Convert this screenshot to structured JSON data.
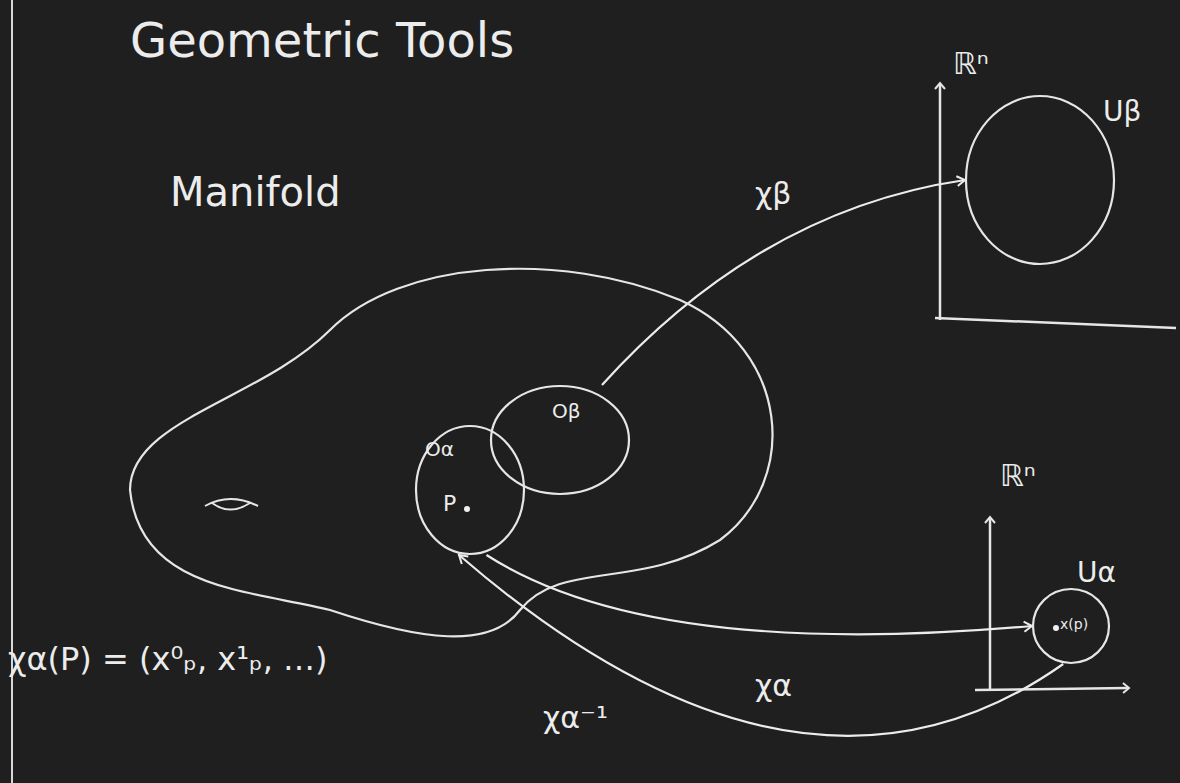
{
  "diagram": {
    "title": "Geometric Tools",
    "nodes": [
      {
        "text": [
          "Manifold"
        ]
      },
      {
        "text": [
          "Oα",
          "P"
        ],
        "in": 0
      },
      {
        "text": [
          "Oβ"
        ],
        "in": 0
      },
      {
        "text": [
          "Uβ"
        ]
      },
      {
        "text": [
          "Uα",
          "x(p)"
        ]
      }
    ],
    "edges": [
      {
        "from": 2,
        "to": 3,
        "label": "χβ",
        "arrow": "to"
      },
      {
        "from": 1,
        "to": 4,
        "label": "χα",
        "arrow": "to"
      },
      {
        "from": 4,
        "to": 1,
        "label": "χα⁻¹",
        "arrow": "to"
      }
    ],
    "labels": [
      "ℝⁿ",
      "ℝⁿ",
      "χα(P) = (x⁰ₚ, x¹ₚ, …)"
    ]
  }
}
